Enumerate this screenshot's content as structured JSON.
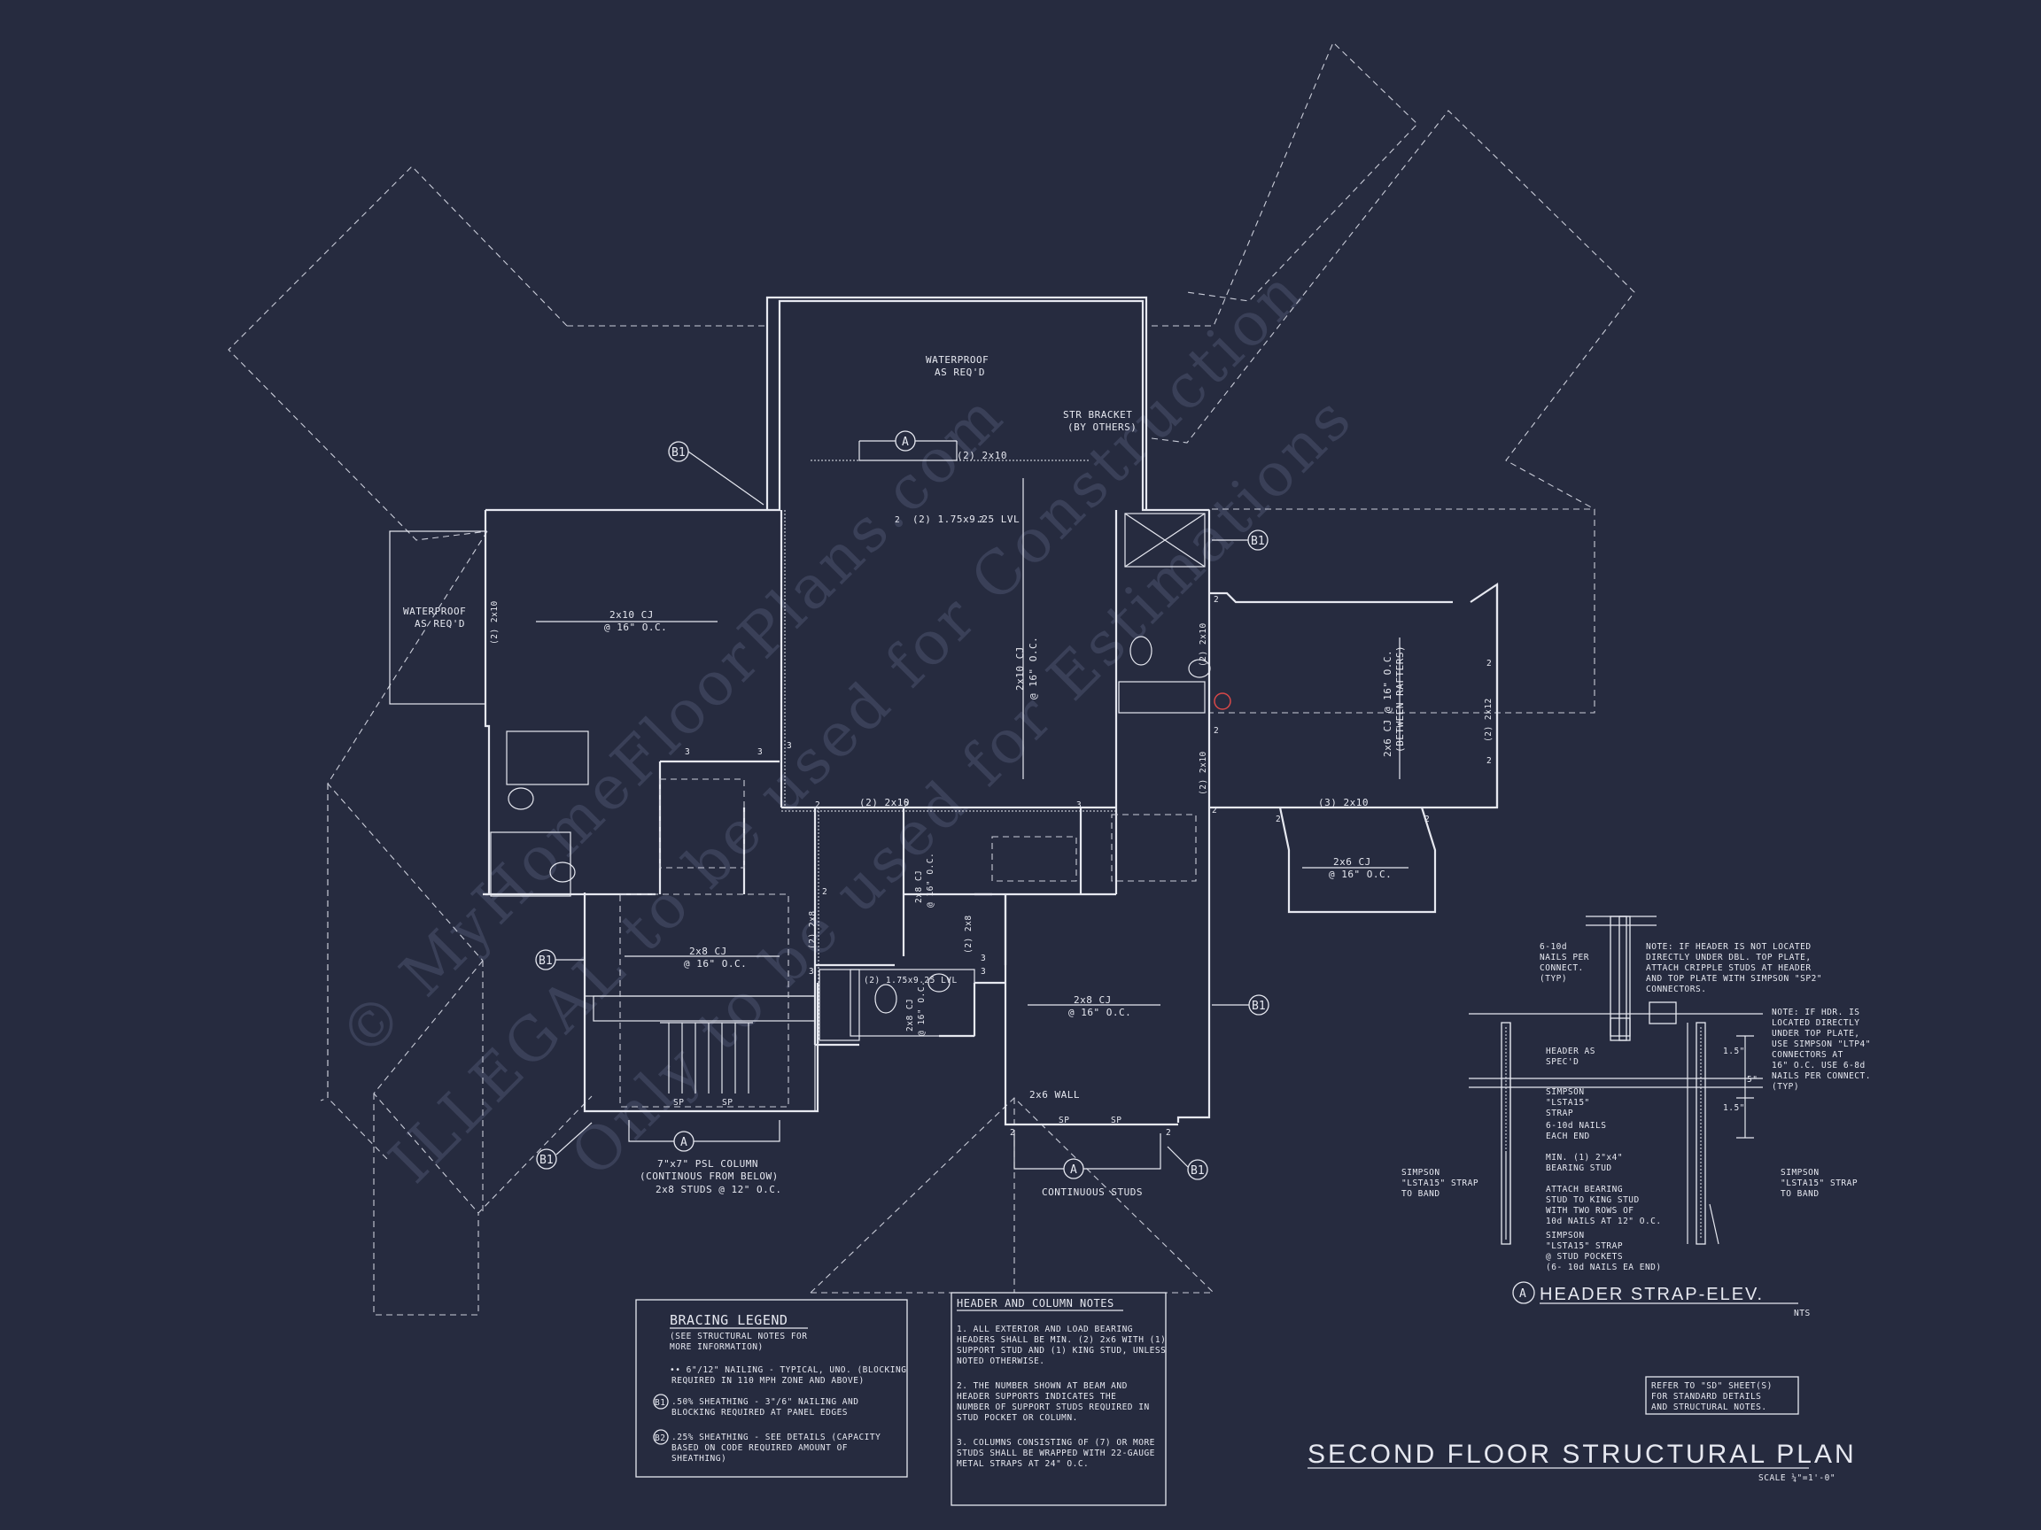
{
  "watermark": {
    "line1": "© MyHomeFloorPlans.com",
    "line2": "ILLEGAL to be used for Construction",
    "line3": "Only to be used for Estimations"
  },
  "title": {
    "main": "SECOND FLOOR STRUCTURAL PLAN",
    "scale": "SCALE ¼\"=1'-0\""
  },
  "reference_note": {
    "lines": [
      "REFER TO \"SD\" SHEET(S)",
      "FOR STANDARD DETAILS",
      "AND STRUCTURAL NOTES."
    ]
  },
  "bracing_legend": {
    "title": "BRACING LEGEND",
    "intro": [
      "(SEE STRUCTURAL NOTES FOR",
      "MORE INFORMATION)"
    ],
    "item1": [
      "•• 6\"/12\" NAILING - TYPICAL, UNO. (BLOCKING",
      "REQUIRED IN 110 MPH ZONE AND ABOVE)"
    ],
    "item2_tag": "B1",
    "item2": [
      ".50% SHEATHING - 3\"/6\" NAILING AND",
      "BLOCKING REQUIRED AT PANEL EDGES"
    ],
    "item3_tag": "B2",
    "item3": [
      ".25% SHEATHING - SEE DETAILS (CAPACITY",
      "BASED ON CODE REQUIRED AMOUNT OF",
      "SHEATHING)"
    ]
  },
  "header_notes": {
    "title": "HEADER AND COLUMN NOTES",
    "note1": [
      "1. ALL EXTERIOR AND LOAD BEARING",
      "HEADERS SHALL BE MIN. (2) 2x6 WITH (1)",
      "SUPPORT STUD AND (1) KING STUD, UNLESS",
      "NOTED OTHERWISE."
    ],
    "note2": [
      "2. THE NUMBER SHOWN AT BEAM AND",
      "HEADER SUPPORTS INDICATES THE",
      "NUMBER OF SUPPORT STUDS REQUIRED IN",
      "STUD POCKET OR COLUMN."
    ],
    "note3": [
      "3. COLUMNS CONSISTING OF (7) OR MORE",
      "STUDS SHALL BE WRAPPED WITH 22-GAUGE",
      "METAL STRAPS AT 24\" O.C."
    ]
  },
  "detail": {
    "tag": "A",
    "title": "HEADER STRAP-ELEV.",
    "nts": "NTS",
    "note_top": [
      "NOTE: IF HEADER IS NOT LOCATED",
      "DIRECTLY UNDER DBL. TOP PLATE,",
      "ATTACH CRIPPLE STUDS AT HEADER",
      "AND TOP PLATE WITH SIMPSON \"SP2\"",
      "CONNECTORS."
    ],
    "note_right": [
      "NOTE: IF HDR. IS",
      "LOCATED DIRECTLY",
      "UNDER TOP PLATE,",
      "USE SIMPSON \"LTP4\"",
      "CONNECTORS AT",
      "16\" O.C.  USE 6-8d",
      "NAILS PER CONNECT.",
      "(TYP)"
    ],
    "nails_top": [
      "6-10d",
      "NAILS PER",
      "CONNECT.",
      "(TYP)"
    ],
    "header_as": [
      "HEADER AS",
      "SPEC'D"
    ],
    "strap1": [
      "SIMPSON",
      "\"LSTA15\"",
      "STRAP"
    ],
    "nails_each": [
      "6-10d NAILS",
      "EACH END"
    ],
    "bearing": [
      "MIN. (1) 2\"x4\"",
      "BEARING STUD"
    ],
    "attach": [
      "ATTACH BEARING",
      "STUD TO KING STUD",
      "WITH TWO ROWS OF",
      "10d NAILS AT 12\" O.C."
    ],
    "strap_pocket": [
      "SIMPSON",
      "\"LSTA15\" STRAP",
      "@ STUD POCKETS",
      "(6- 10d NAILS EA END)"
    ],
    "strap_left": [
      "SIMPSON",
      "\"LSTA15\" STRAP",
      "TO BAND"
    ],
    "strap_right": [
      "SIMPSON",
      "\"LSTA15\" STRAP",
      "TO BAND"
    ],
    "dim1": "1.5\"",
    "dim2": "5\"",
    "dim3": "1.5\""
  },
  "plan_labels": {
    "waterproof_top": [
      "WATERPROOF",
      "AS REQ'D"
    ],
    "waterproof_left": [
      "WATERPROOF",
      "AS REQ'D"
    ],
    "str_bracket": [
      "STR BRACKET",
      "(BY OTHERS)"
    ],
    "header_top1": "(2) 2x10",
    "header_top2": "(2) 1.75x9.25 LVL",
    "cj_left": [
      "2x10 CJ",
      "@ 16\" O.C."
    ],
    "cj_center": [
      "2x10 CJ",
      "@ 16\" O.C."
    ],
    "cj_right": [
      "2x6 CJ @ 16\" O.C.",
      "(BETWEEN RAFTERS)"
    ],
    "cj_bay": [
      "2x6 CJ",
      "@ 16\" O.C."
    ],
    "cj_mid_left": [
      "2x8 CJ",
      "@ 16\" O.C."
    ],
    "cj_mid_right": [
      "2x8 CJ",
      "@ 16\" O.C."
    ],
    "cj_small1": [
      "2x8 CJ",
      "@ 16\" O.C."
    ],
    "cj_small2": [
      "2x8 CJ",
      "@ 16\" O.C."
    ],
    "hdr_2x10_center": "(2) 2x10",
    "hdr_3_2x10": "(3) 2x10",
    "hdr_left_v": "(2) 2x10",
    "hdr_right_v1": "(2) 2x10",
    "hdr_right_v2": "(2) 2x10",
    "hdr_2x12": "(2) 2x12",
    "hdr_2x8_a": "(2) 2x8",
    "hdr_2x8_b": "(2) 2x8",
    "hdr_lvl_small": "(2) 1.75x9.25 LVL",
    "wall_2x6": "2x6 WALL",
    "psl_column": [
      "7\"x7\" PSL COLUMN",
      "(CONTINOUS FROM BELOW)"
    ],
    "studs_2x8": "2x8 STUDS @ 12\" O.C.",
    "continuous_studs": "CONTINUOUS STUDS",
    "sp": "SP",
    "tag_a": "A",
    "tag_b1": "B1",
    "n2": "2",
    "n3": "3"
  },
  "colors": {
    "background": "#262b3f",
    "line": "#e6e8f0",
    "watermark": "#3a4058"
  }
}
